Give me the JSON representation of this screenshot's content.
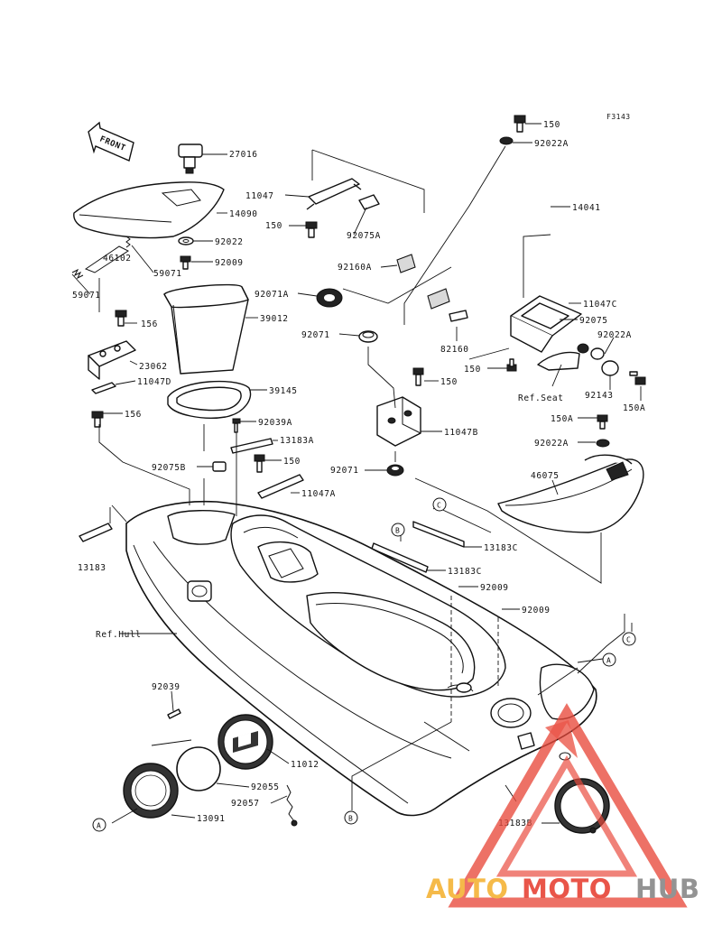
{
  "figure_code": "F3143",
  "front_label": "FRONT",
  "ref_labels": {
    "seat": "Ref.Seat",
    "hull": "Ref.Hull"
  },
  "callouts": {
    "a": "A",
    "b": "B",
    "c": "C"
  },
  "part_numbers": {
    "p27016": "27016",
    "p14090": "14090",
    "p92022": "92022",
    "p92009_top": "92009",
    "p46102": "46102",
    "p59071_a": "59071",
    "p59071_b": "59071",
    "p39012": "39012",
    "p156_a": "156",
    "p156_b": "156",
    "p23062": "23062",
    "p11047D": "11047D",
    "p39145": "39145",
    "p92039A": "92039A",
    "p13183A": "13183A",
    "p92075B": "92075B",
    "p150_mid": "150",
    "p11047A": "11047A",
    "p13183": "13183",
    "p11047": "11047",
    "p150_top": "150",
    "p92075A": "92075A",
    "p92160A": "92160A",
    "p92071A": "92071A",
    "p92071_a": "92071",
    "p92071_b": "92071",
    "p150_bracket": "150",
    "p11047B": "11047B",
    "p82160": "82160",
    "p150_right": "150",
    "p92022A_top": "92022A",
    "p14041": "14041",
    "p11047C": "11047C",
    "p92075": "92075",
    "p92022A_r": "92022A",
    "p150_seat": "150",
    "p92143": "92143",
    "p150A_a": "150A",
    "p150A_b": "150A",
    "p92022A_low": "92022A",
    "p46075": "46075",
    "p13183C_a": "13183C",
    "p13183C_b": "13183C",
    "p92009_a": "92009",
    "p92009_b": "92009",
    "p92039": "92039",
    "p11012": "11012",
    "p92055": "92055",
    "p92057": "92057",
    "p13091": "13091",
    "p13183B": "13183B"
  },
  "watermark": {
    "text_auto": "AUTO",
    "text_moto": "MOTO",
    "text_hub": "HUB",
    "colors": {
      "auto": "#f5b53a",
      "moto": "#e8473a",
      "hub": "#8a8a8a",
      "triangle": "#e84a3c"
    }
  }
}
